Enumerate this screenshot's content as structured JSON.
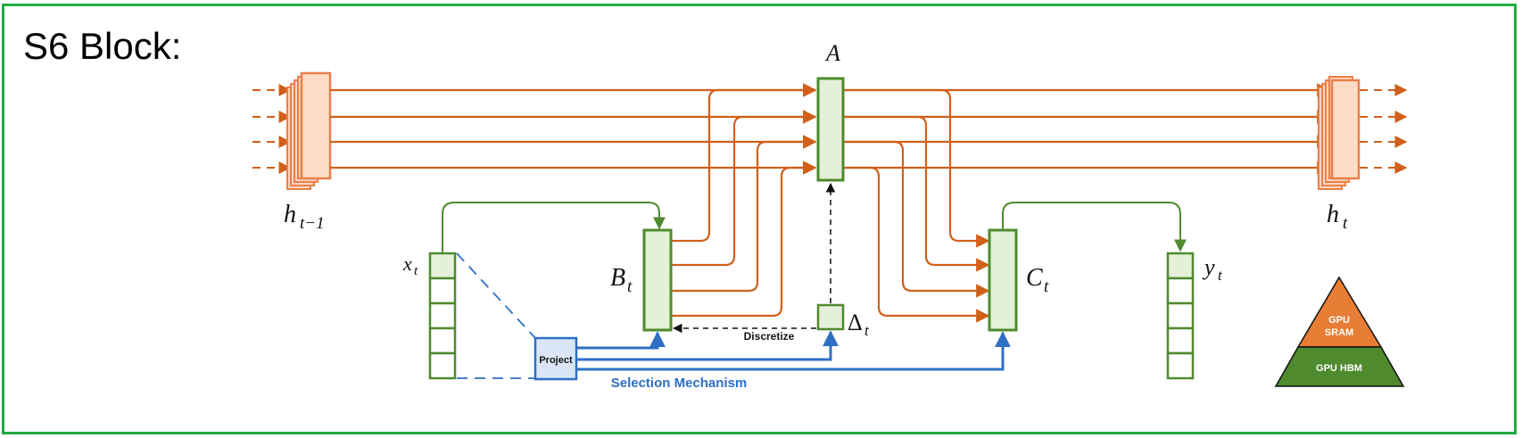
{
  "title": "S6 Block:",
  "labels": {
    "A": "A",
    "h_prev": "h",
    "h_prev_sub": "t−1",
    "h_next": "h",
    "h_next_sub": "t",
    "x": "x",
    "x_sub": "t",
    "y": "y",
    "y_sub": "t",
    "B": "B",
    "B_sub": "t",
    "C": "C",
    "C_sub": "t",
    "delta": "Δ",
    "delta_sub": "t",
    "discretize": "Discretize",
    "project": "Project",
    "selection": "Selection Mechanism",
    "gpu_sram_1": "GPU",
    "gpu_sram_2": "SRAM",
    "gpu_hbm": "GPU HBM"
  },
  "colors": {
    "frame": "#22aa44",
    "orange": "#d0601a",
    "state_fill": "#fbd6bf",
    "state_stroke": "#e8804a",
    "green_stroke": "#4f8a2e",
    "green_fill": "#e4f1d8",
    "blue": "#2e6fc4",
    "project_fill": "#dae6f6",
    "sram": "#e87d35",
    "hbm": "#4f8a2e"
  }
}
